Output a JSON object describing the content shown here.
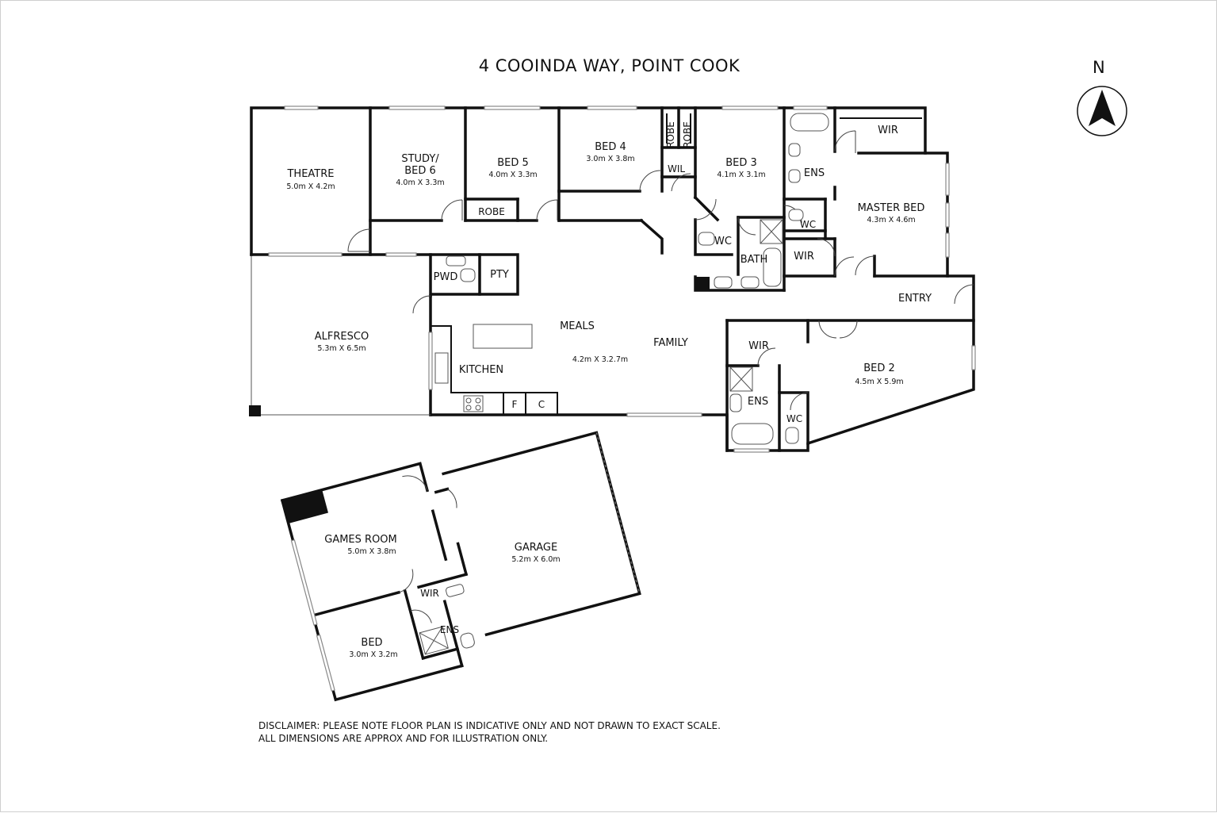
{
  "title": "4 COOINDA WAY, POINT COOK",
  "north_label": "N",
  "disclaimer": [
    "DISCLAIMER: PLEASE NOTE FLOOR PLAN IS INDICATIVE ONLY AND NOT DRAWN TO EXACT SCALE.",
    "ALL DIMENSIONS ARE APPROX AND FOR ILLUSTRATION ONLY."
  ],
  "rooms": {
    "theatre": {
      "name": "THEATRE",
      "dims": "5.0m X 4.2m"
    },
    "study": {
      "name_line1": "STUDY/",
      "name_line2": "BED 6",
      "dims": "4.0m X 3.3m"
    },
    "bed5": {
      "name": "BED 5",
      "dims": "4.0m X 3.3m"
    },
    "bed4": {
      "name": "BED 4",
      "dims": "3.0m X 3.8m"
    },
    "bed3": {
      "name": "BED 3",
      "dims": "4.1m X 3.1m"
    },
    "master": {
      "name": "MASTER BED",
      "dims": "4.3m X 4.6m"
    },
    "alfresco": {
      "name": "ALFRESCO",
      "dims": "5.3m X 6.5m"
    },
    "living": {
      "meals": "MEALS",
      "family": "FAMILY",
      "kitchen": "KITCHEN",
      "dims": "4.2m X 3.2.7m"
    },
    "bed2": {
      "name": "BED 2",
      "dims": "4.5m X 5.9m"
    },
    "games": {
      "name": "GAMES ROOM",
      "dims": "5.0m X 3.8m"
    },
    "garage": {
      "name": "GARAGE",
      "dims": "5.2m X 6.0m"
    },
    "bed_lower": {
      "name": "BED",
      "dims": "3.0m X 3.2m"
    }
  },
  "labels": {
    "robe": "ROBE",
    "robe_v": "ROBE",
    "wil": "WIL",
    "wir": "WIR",
    "ens": "ENS",
    "wc": "WC",
    "bath": "BATH",
    "pwd": "PWD",
    "pty": "PTY",
    "entry": "ENTRY",
    "fridge": "F",
    "cupboard": "C"
  }
}
